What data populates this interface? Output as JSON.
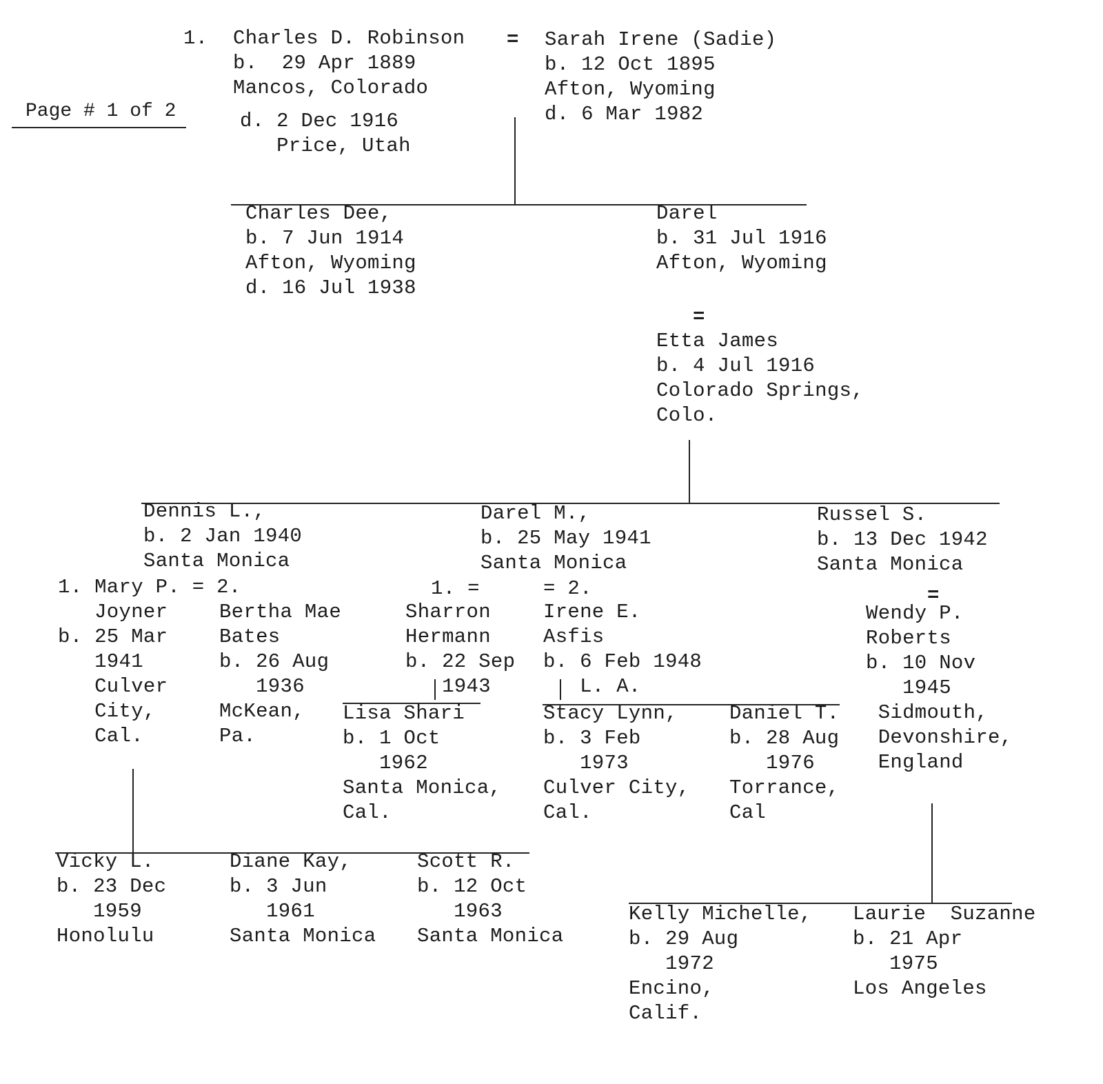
{
  "page_label": "Page # 1 of 2",
  "blocks": {
    "gen1_number": [
      "1."
    ],
    "charles_d_robinson": [
      "Charles D. Robinson",
      "b.  29 Apr 1889",
      "Mancos, Colorado"
    ],
    "charles_d_robinson_death": [
      "d. 2 Dec 1916",
      "   Price, Utah"
    ],
    "marriage_1": [
      "="
    ],
    "sarah_irene": [
      "Sarah Irene (Sadie)",
      "b. 12 Oct 1895",
      "Afton, Wyoming",
      "d. 6 Mar 1982"
    ],
    "charles_dee": [
      "Charles Dee,",
      "b. 7 Jun 1914",
      "Afton, Wyoming",
      "d. 16 Jul 1938"
    ],
    "darel": [
      "Darel",
      "b. 31 Jul 1916",
      "Afton, Wyoming"
    ],
    "marriage_darel": [
      "="
    ],
    "etta_james": [
      "Etta James",
      "b. 4 Jul 1916",
      "Colorado Springs,",
      "Colo."
    ],
    "dennis": [
      "Dennis L.,",
      "b. 2 Jan 1940",
      "Santa Monica"
    ],
    "darel_m": [
      "Darel M.,",
      "b. 25 May 1941",
      "Santa Monica"
    ],
    "russel": [
      "Russel S.",
      "b. 13 Dec 1942",
      "Santa Monica"
    ],
    "mary_joyner": [
      "1. Mary P. = 2.",
      "   Joyner",
      "b. 25 Mar",
      "   1941",
      "   Culver",
      "   City,",
      "   Cal."
    ],
    "bertha_bates": [
      "Bertha Mae",
      "Bates",
      "b. 26 Aug",
      "   1936",
      "McKean,",
      "Pa."
    ],
    "marriage_sharron": [
      "1. ="
    ],
    "sharron_hermann": [
      "Sharron",
      "Hermann",
      "b. 22 Sep",
      "   1943"
    ],
    "marriage_irene": [
      "= 2."
    ],
    "irene_asfis": [
      "Irene E.",
      "Asfis",
      "b. 6 Feb 1948",
      "   L. A."
    ],
    "marriage_wendy": [
      "="
    ],
    "wendy_roberts": [
      "Wendy P.",
      "Roberts",
      "b. 10 Nov",
      "   1945",
      " Sidmouth,",
      " Devonshire,",
      " England"
    ],
    "lisa_shari": [
      "Lisa Shari",
      "b. 1 Oct",
      "   1962",
      "Santa Monica,",
      "Cal."
    ],
    "stacy_lynn": [
      "Stacy Lynn,",
      "b. 3 Feb",
      "   1973",
      "Culver City,",
      "Cal."
    ],
    "daniel_t": [
      "Daniel T.",
      "b. 28 Aug",
      "   1976",
      "Torrance,",
      "Cal"
    ],
    "vicky_l": [
      "Vicky L.",
      "b. 23 Dec",
      "   1959",
      "Honolulu"
    ],
    "diane_kay": [
      "Diane Kay,",
      "b. 3 Jun",
      "   1961",
      "Santa Monica"
    ],
    "scott_r": [
      "Scott R.",
      "b. 12 Oct",
      "   1963",
      "Santa Monica"
    ],
    "kelly_michelle": [
      "Kelly Michelle,",
      "b. 29 Aug",
      "   1972",
      "Encino,",
      "Calif."
    ],
    "laurie_suzanne": [
      "Laurie  Suzanne",
      "b. 21 Apr",
      "   1975",
      "Los Angeles"
    ]
  }
}
